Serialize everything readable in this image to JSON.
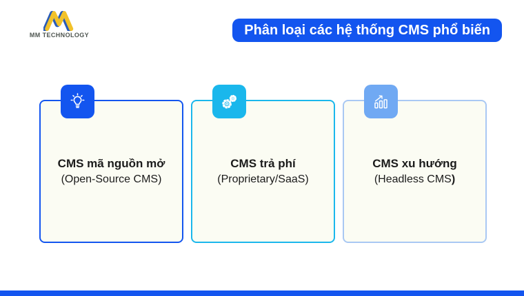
{
  "brand": {
    "name": "MM TECHNOLOGY",
    "logo_yellow": "#F2C22A",
    "logo_blue": "#2A5CB8",
    "text_color": "#4E5550"
  },
  "header": {
    "title": "Phân loại các hệ thống CMS phổ biến",
    "banner_bg": "#1355EF",
    "banner_text_color": "#FFFFFF"
  },
  "card_bg": "#FBFCF3",
  "text_color": "#1B1B1B",
  "cards": [
    {
      "title": "CMS mã nguồn mở",
      "subtitle": "(Open-Source CMS)",
      "subtitle_bold": "",
      "icon": "lightbulb-icon",
      "icon_bg": "#1355EF",
      "border_color": "#1355EF"
    },
    {
      "title": "CMS trả phí",
      "subtitle": "(Proprietary/SaaS)",
      "subtitle_bold": "",
      "icon": "gears-icon",
      "icon_bg": "#1AB7EC",
      "border_color": "#1AB7EC"
    },
    {
      "title": "CMS xu hướng",
      "subtitle": "(Headless CMS",
      "subtitle_bold": ")",
      "icon": "bar-chart-icon",
      "icon_bg": "#70A9F3",
      "border_color": "#A9C8F3"
    }
  ],
  "footer": {
    "bar_color": "#1355EF"
  }
}
